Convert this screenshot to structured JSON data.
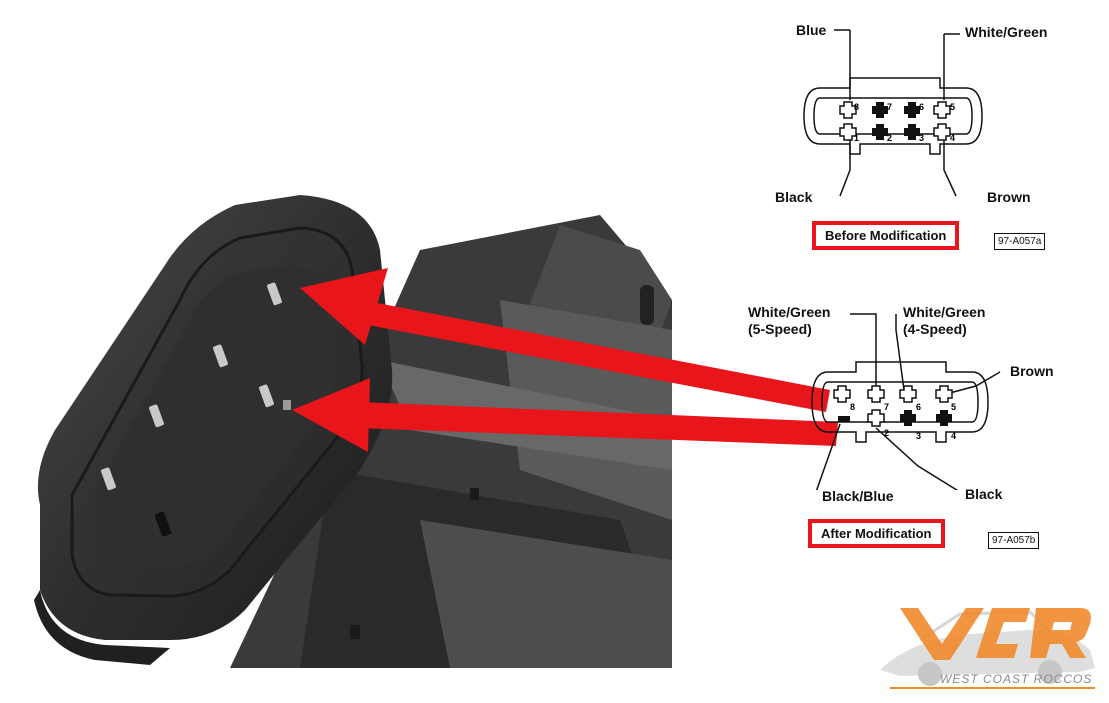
{
  "before_diagram": {
    "wires": {
      "blue": "Blue",
      "white_green": "White/Green",
      "black": "Black",
      "brown": "Brown"
    },
    "pins": [
      "8",
      "7",
      "6",
      "5",
      "1",
      "2",
      "3",
      "4"
    ],
    "caption": "Before Modification",
    "code": "97-A057a"
  },
  "after_diagram": {
    "wires": {
      "white_green_5_line1": "White/Green",
      "white_green_5_line2": "(5-Speed)",
      "white_green_4_line1": "White/Green",
      "white_green_4_line2": "(4-Speed)",
      "brown": "Brown",
      "black_blue": "Black/Blue",
      "black": "Black"
    },
    "pins": [
      "8",
      "7",
      "6",
      "5",
      "2",
      "3",
      "4"
    ],
    "caption": "After Modification",
    "code": "97-A057b"
  },
  "logo": {
    "tagline": "WEST COAST ROCCOS"
  },
  "colors": {
    "highlight_red": "#e8151a",
    "connector_body": "#3a3a3a",
    "logo_orange": "#f08a2c"
  }
}
